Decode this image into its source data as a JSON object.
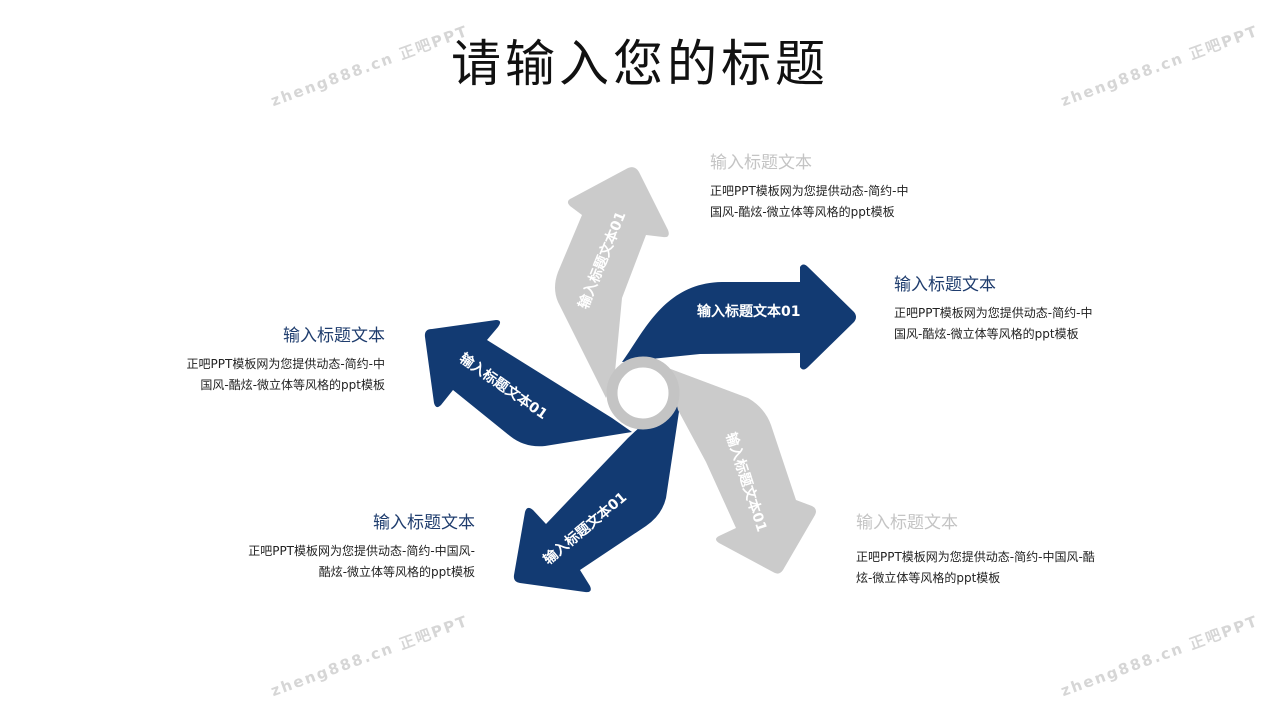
{
  "title": "请输入您的标题",
  "watermark": "zheng888.cn 正吧PPT",
  "colors": {
    "navy": "#123a72",
    "gray": "#cbcbcb"
  },
  "arrows": [
    {
      "label": "输入标题文本01",
      "color": "navy"
    },
    {
      "label": "输入标题文本01",
      "color": "gray"
    },
    {
      "label": "输入标题文本01",
      "color": "navy"
    },
    {
      "label": "输入标题文本01",
      "color": "navy"
    },
    {
      "label": "输入标题文本01",
      "color": "gray"
    }
  ],
  "blocks": [
    {
      "title": "输入标题文本",
      "lines": [
        "正吧PPT模板网为您提供动态-简约-中",
        "国风-酷炫-微立体等风格的ppt模板"
      ]
    },
    {
      "title": "输入标题文本",
      "lines": [
        "正吧PPT模板网为您提供动态-简约-中",
        "国风-酷炫-微立体等风格的ppt模板"
      ]
    },
    {
      "title": "输入标题文本",
      "lines": [
        "正吧PPT模板网为您提供动态-简约-中",
        "国风-酷炫-微立体等风格的ppt模板"
      ]
    },
    {
      "title": "输入标题文本",
      "lines": [
        "正吧PPT模板网为您提供动态-简约-中国风-",
        "酷炫-微立体等风格的ppt模板"
      ]
    },
    {
      "title": "输入标题文本",
      "lines": [
        "正吧PPT模板网为您提供动态-简约-中国风-酷",
        "炫-微立体等风格的ppt模板"
      ]
    }
  ]
}
